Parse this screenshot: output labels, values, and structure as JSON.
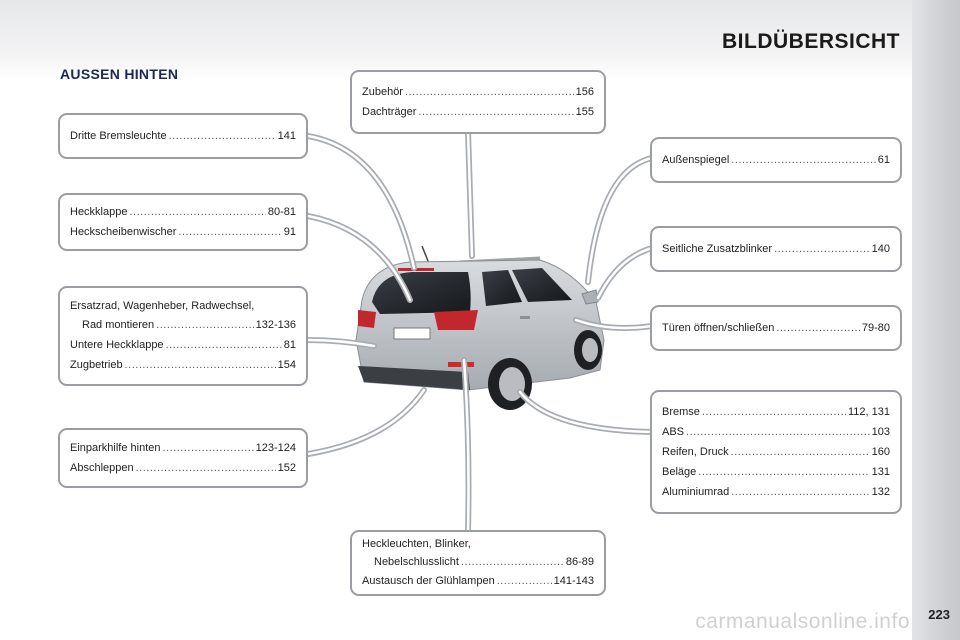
{
  "header": {
    "title": "BILDÜBERSICHT"
  },
  "section": {
    "title": "AUSSEN HINTEN"
  },
  "boxes": {
    "dritte": {
      "entries": [
        {
          "label": "Dritte Bremsleuchte",
          "page": "141"
        }
      ]
    },
    "heckklappe": {
      "entries": [
        {
          "label": "Heckklappe",
          "page": "80-81"
        },
        {
          "label": "Heckscheibenwischer",
          "page": "91"
        }
      ]
    },
    "ersatzrad": {
      "line1": "Ersatzrad, Wagenheber, Radwechsel,",
      "entries": [
        {
          "label": "Rad montieren",
          "page": "132-136"
        },
        {
          "label": "Untere Heckklappe",
          "page": "81"
        },
        {
          "label": "Zugbetrieb",
          "page": "154"
        }
      ]
    },
    "einparkhilfe": {
      "entries": [
        {
          "label": "Einparkhilfe hinten",
          "page": "123-124"
        },
        {
          "label": "Abschleppen",
          "page": "152"
        }
      ]
    },
    "zubehoer": {
      "entries": [
        {
          "label": "Zubehör",
          "page": "156"
        },
        {
          "label": "Dachträger",
          "page": "155"
        }
      ]
    },
    "heckleuchten": {
      "line1": "Heckleuchten, Blinker,",
      "entries": [
        {
          "label": "Nebelschlusslicht",
          "page": "86-89"
        },
        {
          "label": "Austausch der Glühlampen",
          "page": "141-143"
        }
      ]
    },
    "aussenspiegel": {
      "entries": [
        {
          "label": "Außenspiegel",
          "page": "61"
        }
      ]
    },
    "blinker": {
      "entries": [
        {
          "label": "Seitliche Zusatzblinker",
          "page": "140"
        }
      ]
    },
    "tueren": {
      "entries": [
        {
          "label": "Türen öffnen/schließen",
          "page": "79-80"
        }
      ]
    },
    "bremse": {
      "entries": [
        {
          "label": "Bremse",
          "page": "112, 131"
        },
        {
          "label": "ABS",
          "page": "103"
        },
        {
          "label": "Reifen, Druck",
          "page": "160"
        },
        {
          "label": "Beläge",
          "page": "131"
        },
        {
          "label": "Aluminiumrad",
          "page": "132"
        }
      ]
    }
  },
  "footer": {
    "page_number": "223",
    "watermark": "carmanualsonline.info"
  },
  "colors": {
    "box_border": "#9a9ea4",
    "section_title": "#1a2a55",
    "callout_line": "#a9adb2"
  }
}
